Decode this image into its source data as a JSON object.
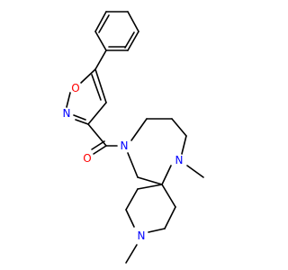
{
  "molecule": {
    "colors": {
      "carbon_bond": "#000000",
      "oxygen": "#ff0000",
      "nitrogen": "#0000ff",
      "background": "#ffffff"
    },
    "atoms": {
      "isoxazole_oxygen": "O",
      "isoxazole_nitrogen": "N",
      "carbonyl_oxygen": "O",
      "diazepane_amide_nitrogen": "N",
      "diazepane_methyl_nitrogen": "N",
      "piperidine_nitrogen": "N"
    }
  }
}
